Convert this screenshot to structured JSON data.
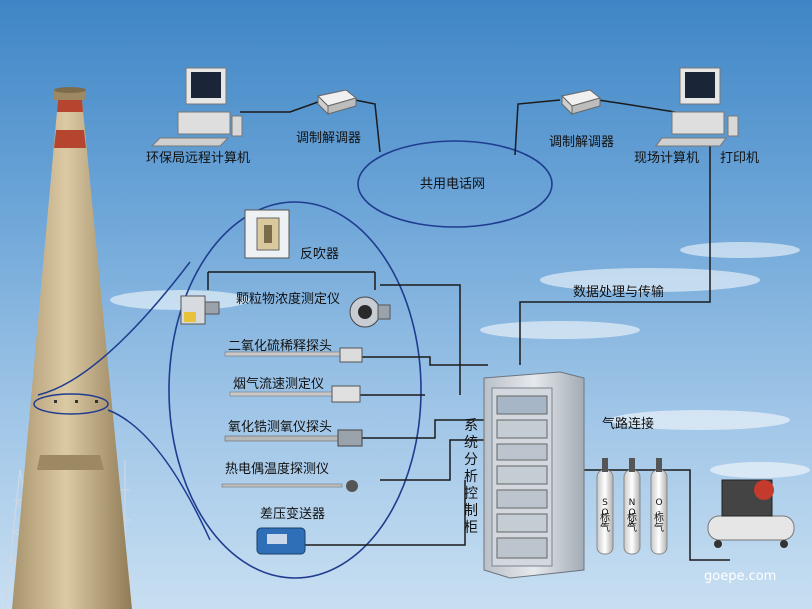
{
  "labels": {
    "remote_computer": "环保局远程计算机",
    "modem_left": "调制解调器",
    "modem_right": "调制解调器",
    "phone_network": "共用电话网",
    "site_computer": "现场计算机",
    "printer": "打印机",
    "backflush": "反吹器",
    "particulate": "颗粒物浓度测定仪",
    "so2_probe": "二氧化硫稀释探头",
    "flow_meter": "烟气流速测定仪",
    "zirconia_probe": "氧化锆测氧仪探头",
    "thermocouple": "热电偶温度探测仪",
    "pressure_transmitter": "差压变送器",
    "data_transfer": "数据处理与传输",
    "gas_connection": "气路连接",
    "control_cabinet": "系统分析控制柜",
    "cyl1_gas": "SO₂",
    "cyl1_label": "标气",
    "cyl2_gas": "NOx",
    "cyl2_label": "标气",
    "cyl3_gas": "O₂",
    "cyl3_label": "标气",
    "watermark": "goepe.com"
  },
  "colors": {
    "line": "#1b1b1b",
    "ellipse": "#1f3c8f",
    "chimney": "#c9b792",
    "band": "#b5452e"
  }
}
